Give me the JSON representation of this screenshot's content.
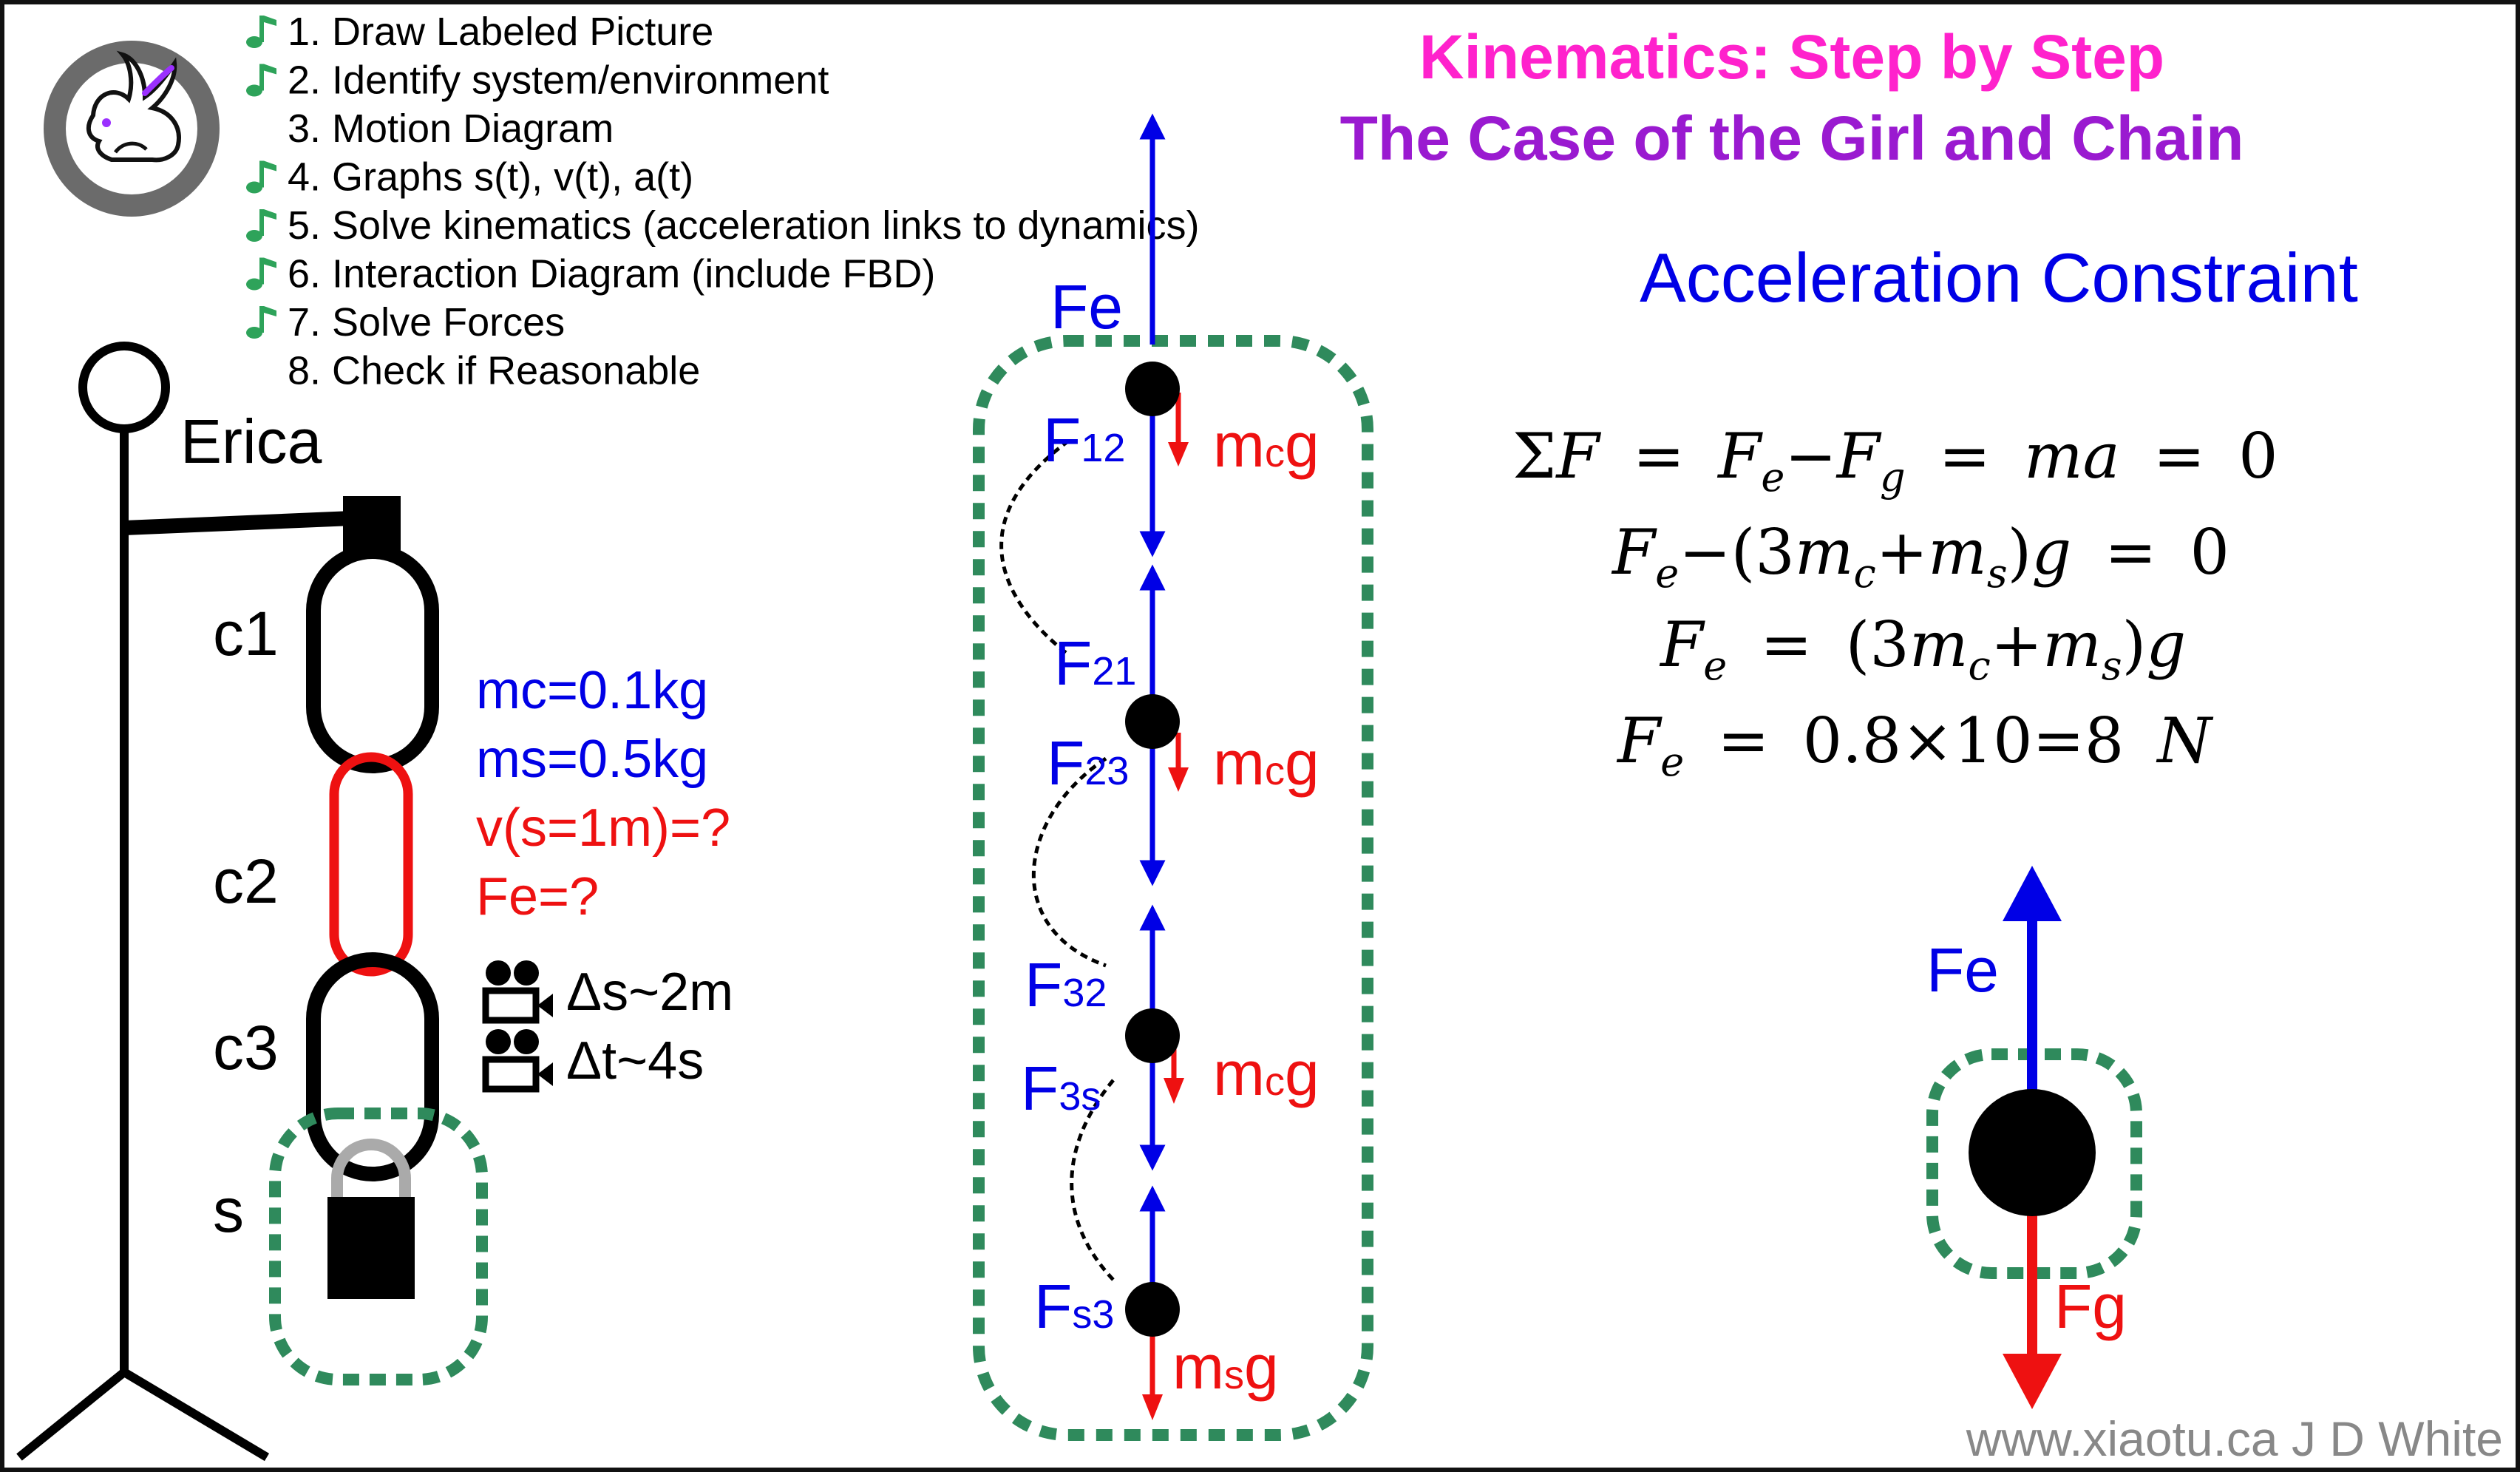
{
  "colors": {
    "blue": "#0000e6",
    "red": "#ee1111",
    "green": "#2f8a5c",
    "black": "#000000",
    "title_magenta": "#ff22cc",
    "subtitle_purple": "#9a1ad0",
    "note_green": "#2ea35a",
    "footer_gray": "#888888",
    "logo_ring": "#6b6b6b",
    "logo_accent": "#9b30ff"
  },
  "header": {
    "title": "Kinematics: Step by Step",
    "subtitle": "The Case of the Girl and Chain"
  },
  "logo": {
    "name": "rabbit-logo-icon"
  },
  "steps": [
    {
      "text": "1. Draw Labeled Picture",
      "done": true
    },
    {
      "text": "2. Identify system/environment",
      "done": true
    },
    {
      "text": "3. Motion Diagram",
      "done": false
    },
    {
      "text": "4. Graphs s(t), v(t), a(t)",
      "done": true
    },
    {
      "text": "5. Solve kinematics (acceleration links to dynamics)",
      "done": true
    },
    {
      "text": "6. Interaction Diagram (include FBD)",
      "done": true
    },
    {
      "text": "7. Solve Forces",
      "done": true
    },
    {
      "text": "8. Check if Reasonable",
      "done": false
    }
  ],
  "picture": {
    "person": "Erica",
    "links": [
      "c1",
      "c2",
      "c3",
      "s"
    ],
    "knowns": [
      "mc=0.1kg",
      "ms=0.5kg"
    ],
    "unknowns": [
      "v(s=1m)=?",
      "Fe=?"
    ],
    "measurements": [
      "Δs~2m",
      "Δt~4s"
    ]
  },
  "interaction": {
    "Fe": "Fe",
    "nodes": [
      {
        "up": "Fe",
        "down_main": "F",
        "down_sub": "12",
        "weight_main": "m",
        "weight_sub": "c",
        "weight_tail": "g"
      },
      {
        "up_main": "F",
        "up_sub": "21",
        "down_main": "F",
        "down_sub": "23",
        "weight_main": "m",
        "weight_sub": "c",
        "weight_tail": "g"
      },
      {
        "up_main": "F",
        "up_sub": "32",
        "down_main": "F",
        "down_sub": "3s",
        "weight_main": "m",
        "weight_sub": "c",
        "weight_tail": "g"
      },
      {
        "up_main": "F",
        "up_sub": "s3",
        "weight_main": "m",
        "weight_sub": "s",
        "weight_tail": "g"
      }
    ]
  },
  "section_title": "Acceleration Constraint",
  "equations": {
    "eq1": {
      "sigma": "Σ",
      "F": "F",
      "eq": "=",
      "Fe": "F",
      "e": "e",
      "minus": "−",
      "Fg": "F",
      "g": "g",
      "ma": "ma",
      "zero": "0"
    },
    "eq2": {
      "Fe": "F",
      "e": "e",
      "minus": "−",
      "open": "(3",
      "mc": "m",
      "c": "c",
      "plus": "+",
      "ms": "m",
      "s": "s",
      "close": ")",
      "g": "g",
      "eq": "=",
      "zero": "0"
    },
    "eq3": {
      "Fe": "F",
      "e": "e",
      "eq": "=",
      "open": "(3",
      "mc": "m",
      "c": "c",
      "plus": "+",
      "ms": "m",
      "s": "s",
      "close": ")",
      "g": "g"
    },
    "eq4": {
      "Fe": "F",
      "e": "e",
      "eq": "=",
      "expr": "0.8×10=8",
      "N": "N"
    }
  },
  "fbd": {
    "up": "Fe",
    "down": "Fg"
  },
  "footer": "www.xiaotu.ca J D White"
}
